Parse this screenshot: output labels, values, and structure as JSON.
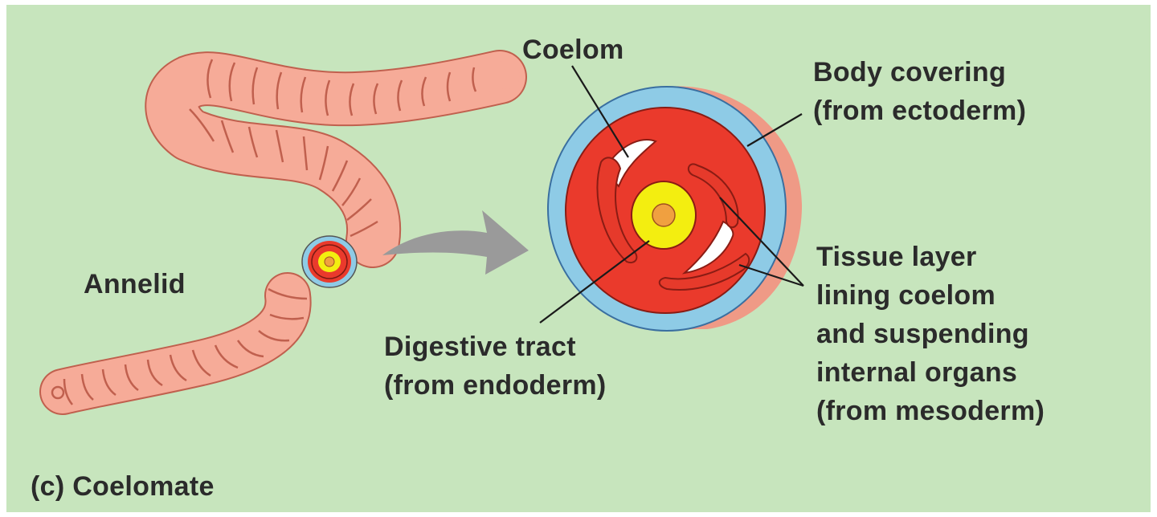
{
  "figure": {
    "caption": "(c) Coelomate",
    "colors": {
      "background": "#c7e5bd",
      "worm_body": "#f6ab98",
      "ectoderm": "#8ecbe6",
      "mesoderm": "#ea3a2c",
      "coelom_cavity": "#ffffff",
      "endoderm": "#f3ee10",
      "arrow": "#9a9a9a",
      "leader_lines": "#1a1a1a"
    }
  },
  "labels": {
    "annelid": "Annelid",
    "coelom": "Coelom",
    "body_covering": [
      "Body covering",
      "(from ectoderm)"
    ],
    "digestive_tract": [
      "Digestive tract",
      "(from endoderm)"
    ],
    "tissue_layer": [
      "Tissue layer",
      "lining coelom",
      "and suspending",
      "internal organs",
      "(from mesoderm)"
    ]
  }
}
